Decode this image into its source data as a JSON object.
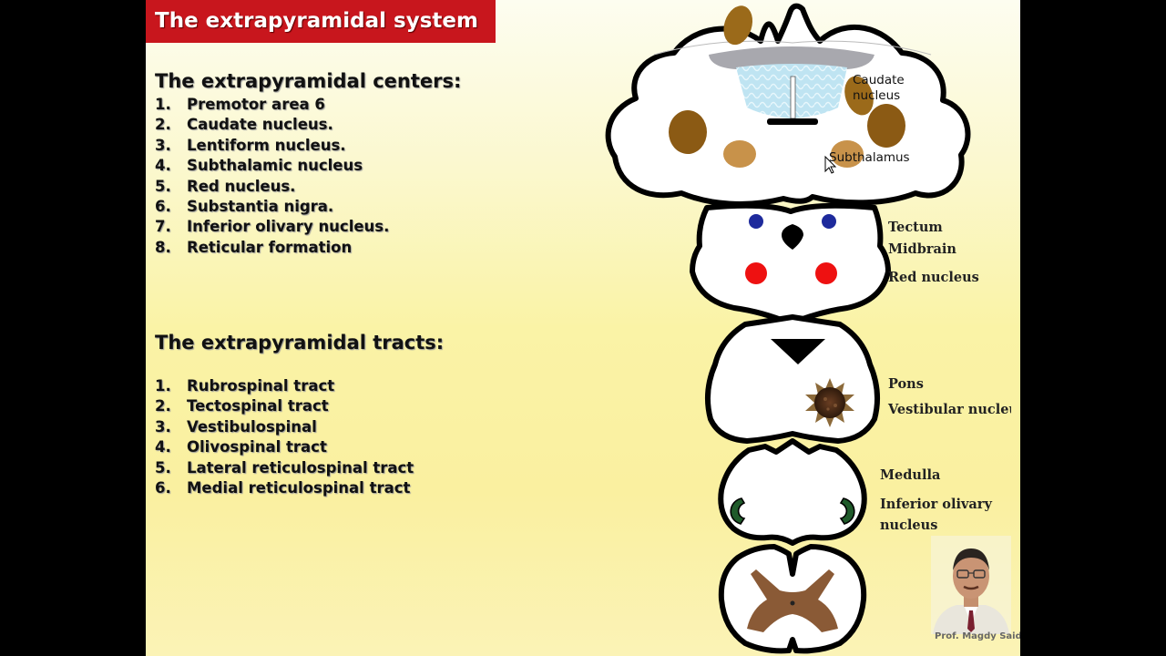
{
  "title": "The extrapyramidal system",
  "centers": {
    "heading": "The extrapyramidal centers:",
    "items": [
      {
        "num": "1.",
        "label": "Premotor area 6"
      },
      {
        "num": "2.",
        "label": "Caudate nucleus."
      },
      {
        "num": "3.",
        "label": "Lentiform nucleus."
      },
      {
        "num": "4.",
        "label": "Subthalamic nucleus"
      },
      {
        "num": "5.",
        "label": "Red nucleus."
      },
      {
        "num": "6.",
        "label": "Substantia nigra."
      },
      {
        "num": "7.",
        "label": "Inferior olivary nucleus."
      },
      {
        "num": "8.",
        "label": "Reticular formation"
      }
    ]
  },
  "tracts": {
    "heading": "The extrapyramidal tracts:",
    "items": [
      {
        "num": "1.",
        "label": "Rubrospinal tract"
      },
      {
        "num": "2.",
        "label": "Tectospinal tract"
      },
      {
        "num": "3.",
        "label": "Vestibulospinal"
      },
      {
        "num": "4.",
        "label": "Olivospinal tract"
      },
      {
        "num": "5.",
        "label": "Lateral reticulospinal tract"
      },
      {
        "num": "6.",
        "label": "Medial reticulospinal tract"
      }
    ]
  },
  "diagram": {
    "caudate_line1": "Caudate",
    "caudate_line2": "nucleus",
    "subthalamus": "Subthalamus",
    "tectum": "Tectum",
    "midbrain": "Midbrain",
    "red_nucleus": "Red nucleus",
    "pons": "Pons",
    "vestibular_nucleus": "Vestibular  nucleus",
    "medulla": "Medulla",
    "inferior_olivary_line1": "Inferior olivary",
    "inferior_olivary_line2": "nucleus"
  },
  "credit": "Prof. Magdy Said",
  "colors": {
    "title_bar": "#c8161d",
    "caudate": "#8b5a14",
    "subthalamus": "#c8924a",
    "tectum": "#1e2a9c",
    "red_nucleus": "#ee1111",
    "olive": "#1f5a2a",
    "gray_matter": "#8a5a36"
  }
}
